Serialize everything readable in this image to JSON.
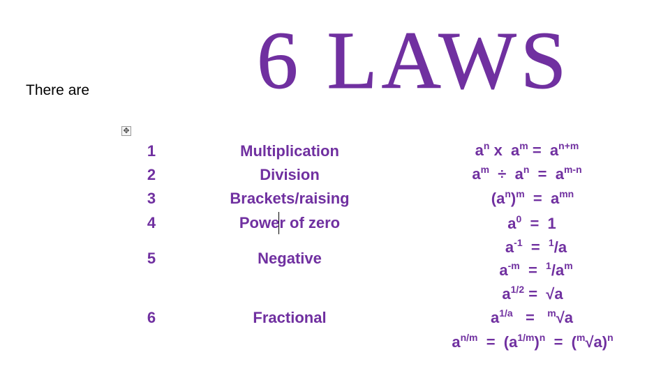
{
  "intro": "There are",
  "title": "6 LAWS",
  "colors": {
    "accent": "#7030A0"
  },
  "table_handle_icon": "move-icon",
  "laws": [
    {
      "num": "1",
      "name": "Multiplication"
    },
    {
      "num": "2",
      "name": "Division"
    },
    {
      "num": "3",
      "name": "Brackets/raising"
    },
    {
      "num": "4",
      "name": "Power of zero"
    },
    {
      "num": "5",
      "name": "Negative"
    },
    {
      "num": "6",
      "name": "Fractional"
    }
  ],
  "formulas": [
    [
      [
        "a",
        0
      ],
      [
        "n",
        1
      ],
      [
        " x  a",
        0
      ],
      [
        "m",
        1
      ],
      [
        " =  a",
        0
      ],
      [
        "n+m",
        1
      ]
    ],
    [
      [
        "a",
        0
      ],
      [
        "m",
        1
      ],
      [
        "  ÷  a",
        0
      ],
      [
        "n",
        1
      ],
      [
        "  =  a",
        0
      ],
      [
        "m-n",
        1
      ]
    ],
    [
      [
        "(a",
        0
      ],
      [
        "n",
        1
      ],
      [
        ")",
        0
      ],
      [
        "m",
        1
      ],
      [
        "  =  a",
        0
      ],
      [
        "mn",
        1
      ]
    ],
    [
      [
        "a",
        0
      ],
      [
        "0",
        1
      ],
      [
        "  =  1",
        0
      ]
    ],
    [
      [
        "a",
        0
      ],
      [
        "-1",
        1
      ],
      [
        "  =  ",
        0
      ],
      [
        "1",
        1
      ],
      [
        "/a",
        0
      ]
    ],
    [
      [
        "a",
        0
      ],
      [
        "-m",
        1
      ],
      [
        "  =  ",
        0
      ],
      [
        "1",
        1
      ],
      [
        "/a",
        0
      ],
      [
        "m",
        1
      ]
    ],
    [
      [
        "a",
        0
      ],
      [
        "1/2",
        1
      ],
      [
        " =  √a",
        0
      ]
    ],
    [
      [
        "a",
        0
      ],
      [
        "1/a",
        1
      ],
      [
        "   =   ",
        0
      ],
      [
        "m",
        1
      ],
      [
        "√a",
        0
      ]
    ],
    [
      [
        "a",
        0
      ],
      [
        "n/m",
        1
      ],
      [
        "  =  (a",
        0
      ],
      [
        "1/m",
        1
      ],
      [
        ")",
        0
      ],
      [
        "n",
        1
      ],
      [
        "  =  (",
        0
      ],
      [
        "m",
        1
      ],
      [
        "√a)",
        0
      ],
      [
        "n",
        1
      ]
    ]
  ]
}
